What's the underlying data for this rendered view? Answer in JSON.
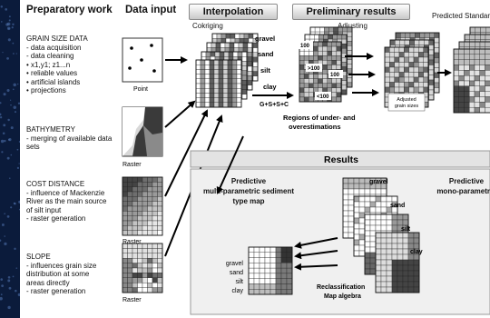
{
  "headers": {
    "preparatory_work": "Preparatory work",
    "data_input": "Data input",
    "interpolation": "Interpolation",
    "preliminary_results": "Preliminary results",
    "predicted_standard_maps": "Predicted Standard Maps",
    "results": "Results"
  },
  "sub": {
    "cokriging": "Cokriging",
    "adjusting": "Adjusting"
  },
  "grain_size": {
    "title": "GRAIN SIZE DATA",
    "items": [
      "- data acquisition",
      "- data cleaning",
      "• x1,y1; z1...n",
      "• reliable values",
      "• artificial islands",
      "• projections"
    ]
  },
  "bathymetry": {
    "title": "BATHYMETRY",
    "items": [
      "- merging of available data sets"
    ]
  },
  "cost_distance": {
    "title": "COST DISTANCE",
    "items": [
      "- influence of Mackenzie River as the main source of silt input",
      "- raster generation"
    ]
  },
  "slope": {
    "title": "SLOPE",
    "items": [
      "- influences grain size distribution at some areas directly",
      "- raster generation"
    ]
  },
  "input_labels": {
    "point": "Point",
    "raster": "Raster"
  },
  "layers": {
    "gravel": "gravel",
    "sand": "sand",
    "silt": "silt",
    "clay": "clay"
  },
  "formula": "G+S+S+C",
  "regions": [
    "Regions of under- and",
    "overestimations"
  ],
  "values": {
    "v100": "100",
    "gt100": ">100",
    "lt100": "<100"
  },
  "adjusted": [
    "Adjusted",
    "grain sizes"
  ],
  "predictive_multi": [
    "Predictive",
    "multi-parametric sediment",
    "type map"
  ],
  "predictive_mono": [
    "Predictive",
    "mono-parametric"
  ],
  "reclass": [
    "Reclassification",
    "Map algebra"
  ],
  "colors": {
    "background": "#0b1b3b",
    "panel": "#ffffff",
    "arrow": "#000000"
  }
}
